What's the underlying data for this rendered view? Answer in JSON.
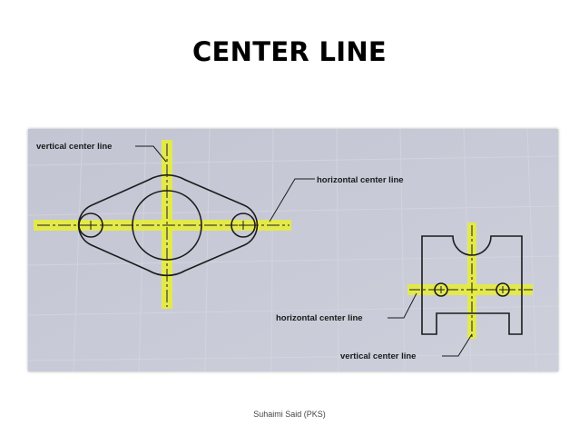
{
  "slide": {
    "title": "CENTER LINE",
    "footer": "Suhaimi Said (PKS)"
  },
  "diagram": {
    "labels": {
      "top_vertical": "vertical center line",
      "top_horizontal": "horizontal center line",
      "bottom_horizontal": "horizontal center line",
      "bottom_vertical": "vertical center line"
    },
    "colors": {
      "background": "#c7c9d6",
      "grid": "#d6d8e2",
      "highlight": "#e8ee3a",
      "outline": "#1c1c1c"
    }
  }
}
